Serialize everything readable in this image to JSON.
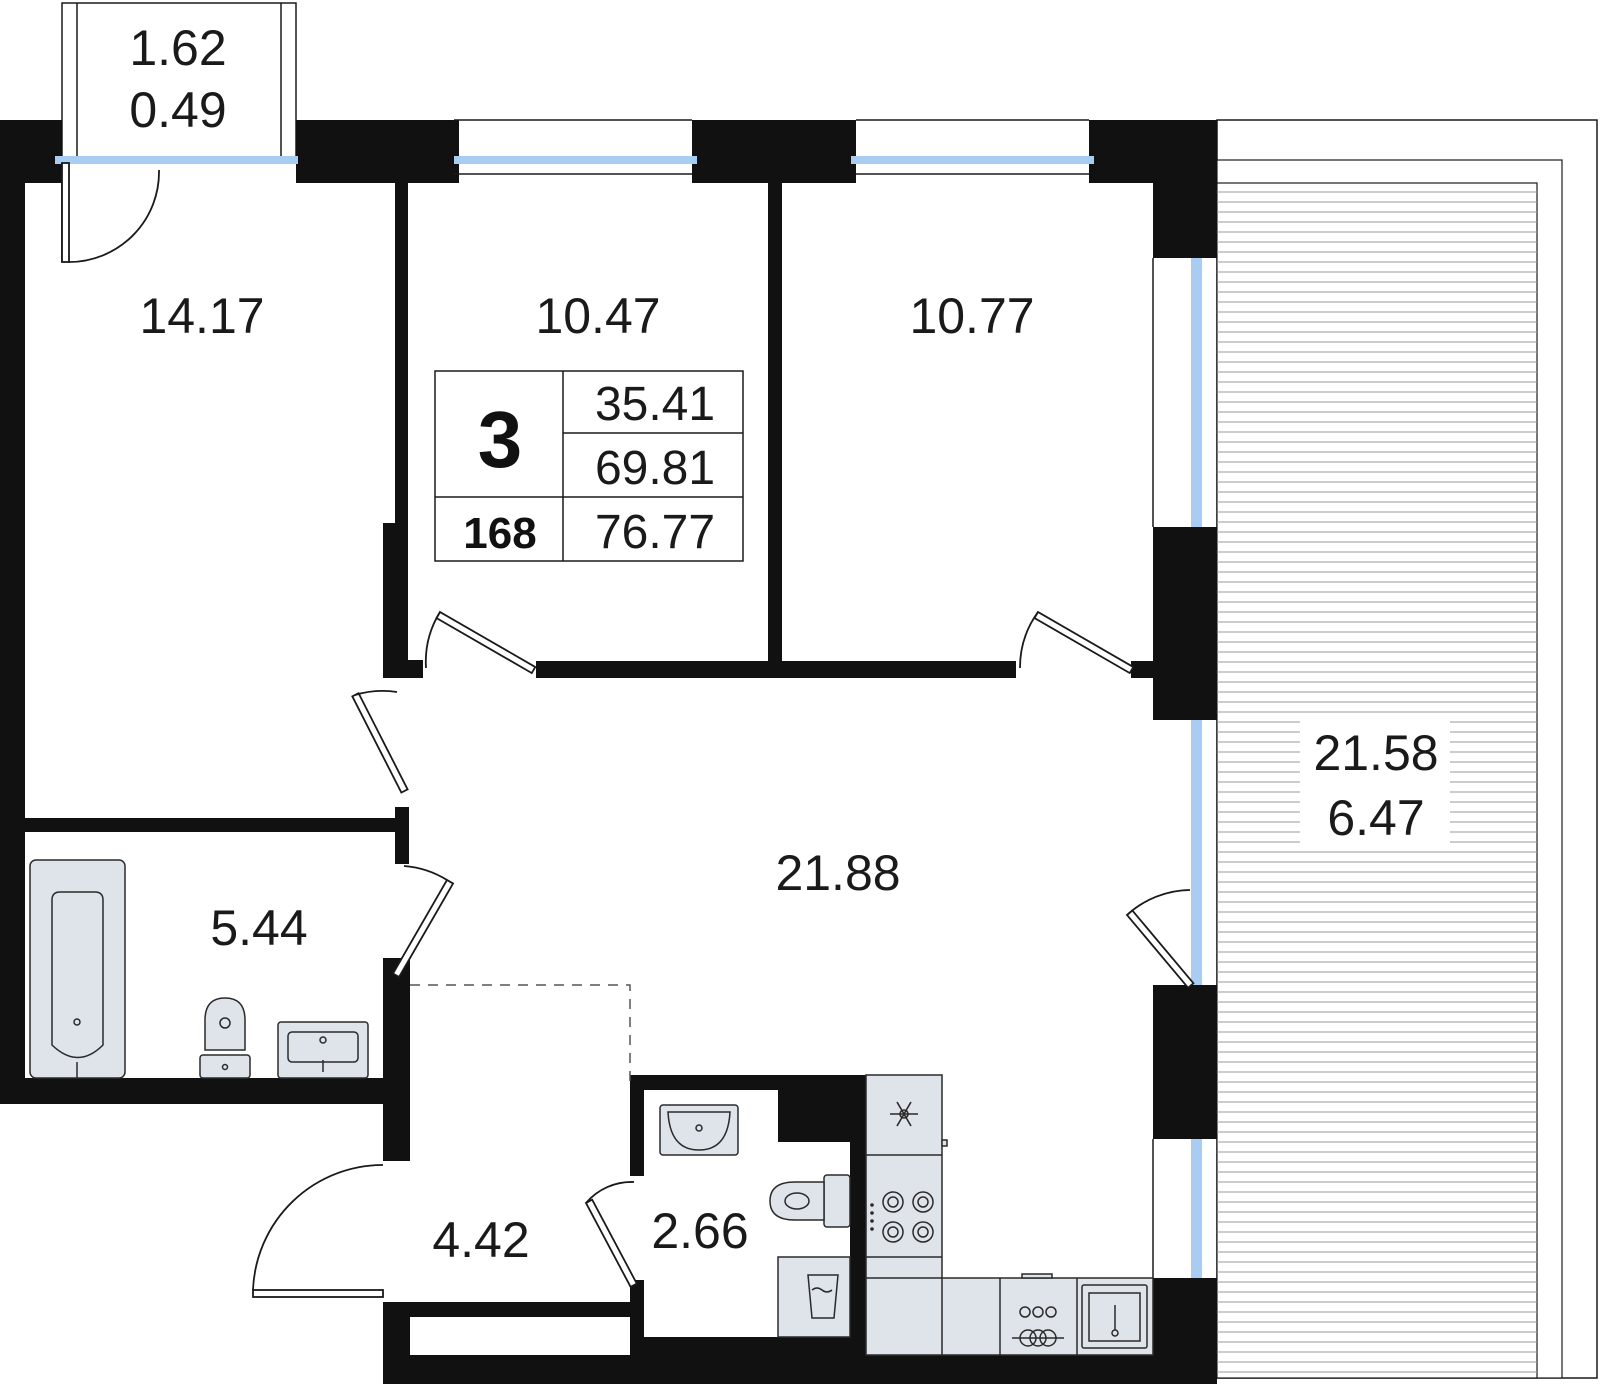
{
  "summary": {
    "rooms_count": "3",
    "apartment_number": "168",
    "living_area": "35.41",
    "total_area": "69.81",
    "total_area_with_balcony": "76.77"
  },
  "rooms": {
    "balcony_small_area": "1.62",
    "balcony_small_reduced": "0.49",
    "bedroom_left": "14.17",
    "bedroom_middle": "10.47",
    "bedroom_right": "10.77",
    "living_kitchen": "21.88",
    "bathroom": "5.44",
    "hallway": "4.42",
    "toilet": "2.66",
    "terrace_area": "21.58",
    "terrace_reduced": "6.47"
  },
  "icons": [
    "bathtub-icon",
    "toilet-icon",
    "sink-icon",
    "fridge-icon",
    "stove-icon",
    "washing-machine-icon",
    "kitchen-sink-icon"
  ],
  "colors": {
    "wall": "#111111",
    "window": "#a9cdf2",
    "fixture": "#dfe3ea"
  }
}
